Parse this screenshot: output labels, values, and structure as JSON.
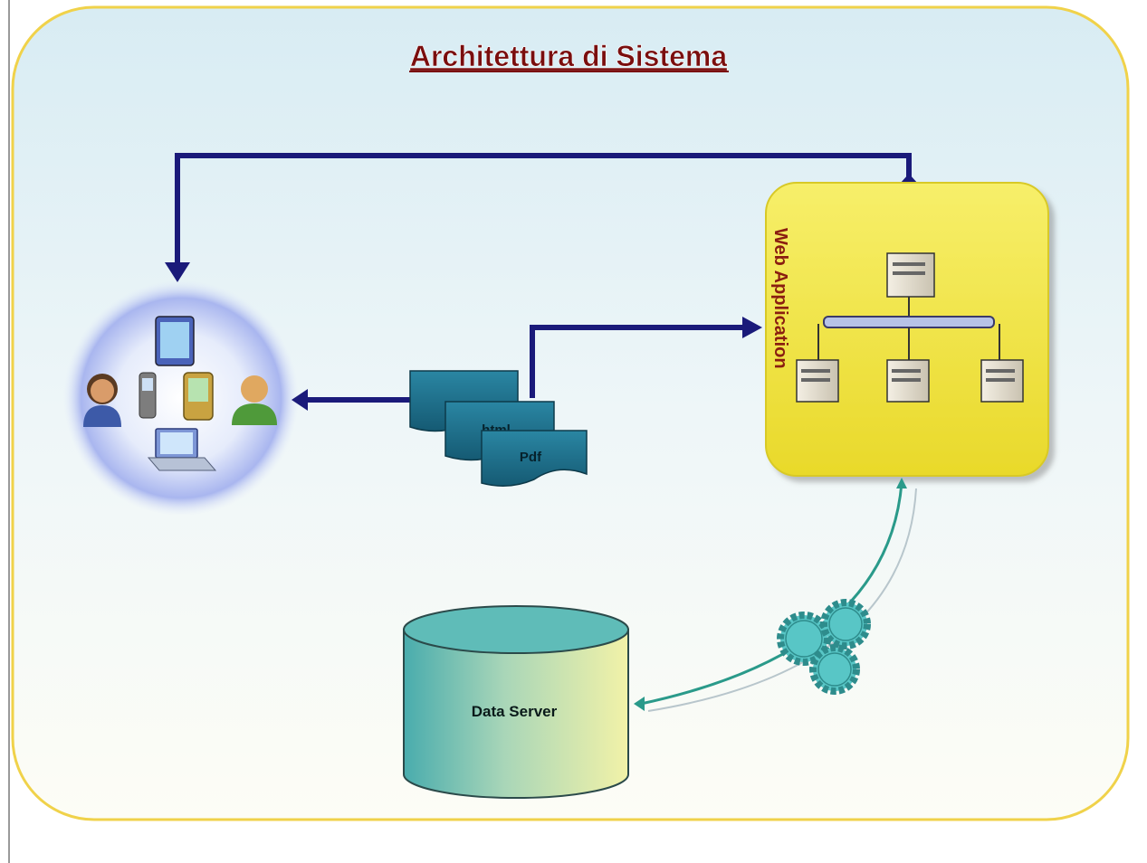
{
  "diagram": {
    "title": "Architettura di Sistema",
    "web_application_label": "Web Application",
    "data_server_label": "Data Server",
    "channels": [
      "",
      "html",
      "Pdf"
    ],
    "colors": {
      "frame_border": "#f0d24a",
      "title_text": "#7a0e0e",
      "arrow_navy": "#1a1a7a",
      "web_panel": "#f2e63a",
      "db_teal": "#4fb3b3",
      "gear_teal": "#55c5c5",
      "cards_teal": "#1e6f86"
    },
    "icons": [
      "user-icon",
      "phone-icon",
      "tablet-icon",
      "mobile-icon",
      "laptop-icon",
      "user-green-icon",
      "server-icon",
      "gears-icon",
      "database-icon"
    ]
  }
}
